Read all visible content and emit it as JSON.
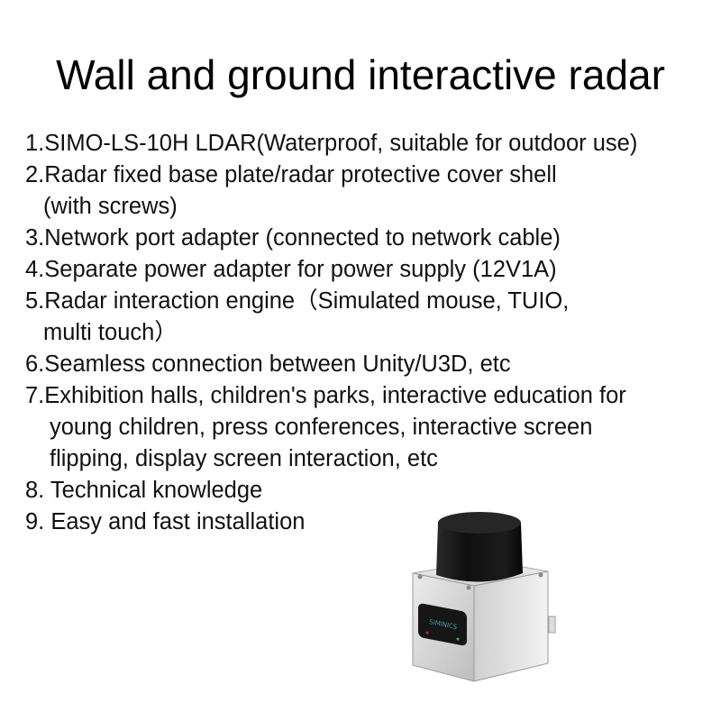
{
  "title": "Wall and ground interactive radar",
  "features": [
    {
      "lines": [
        "1.SIMO-LS-10H LDAR(Waterproof, suitable for outdoor use)"
      ]
    },
    {
      "lines": [
        "2.Radar fixed base plate/radar protective cover shell",
        "(with screws)"
      ]
    },
    {
      "lines": [
        "3.Network port adapter (connected to network cable)"
      ]
    },
    {
      "lines": [
        "4.Separate power adapter for power supply (12V1A)"
      ]
    },
    {
      "lines": [
        "5.Radar interaction engine（Simulated mouse, TUIO,",
        "multi touch）"
      ]
    },
    {
      "lines": [
        "6.Seamless connection between Unity/U3D, etc"
      ]
    },
    {
      "lines": [
        "7.Exhibition halls, children's parks, interactive education for",
        "young children, press conferences, interactive screen",
        "flipping, display screen interaction, etc"
      ]
    },
    {
      "lines": [
        "8. Technical knowledge"
      ]
    },
    {
      "lines": [
        "9. Easy and fast installation"
      ]
    }
  ],
  "product_image": {
    "icon": "lidar-sensor-icon",
    "brand_text": "SIMINICS",
    "colors": {
      "dome": "#141414",
      "body": "#d9d9d9",
      "face": "#1a1a1a"
    }
  }
}
